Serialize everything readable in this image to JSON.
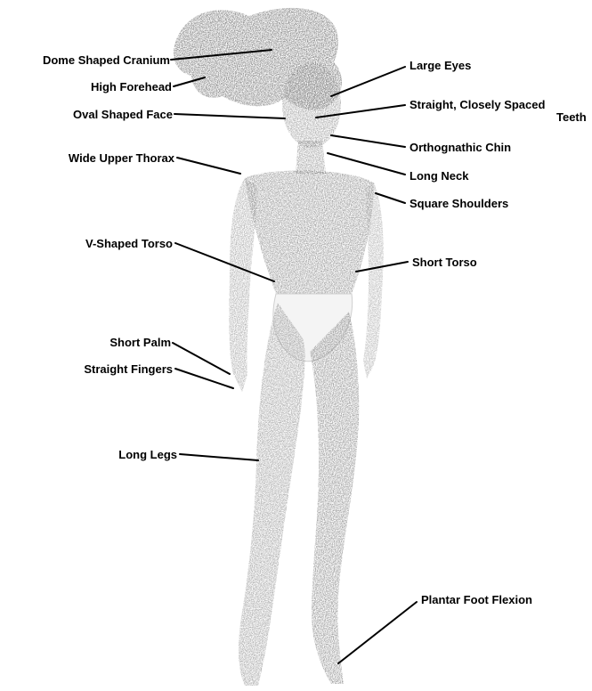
{
  "colors": {
    "ink": "#000000",
    "figure_light": "#d6d6d6",
    "figure_mid": "#a9a9a9",
    "figure_dark": "#6f6f6f",
    "hair": "#4a4a4a",
    "background": "#ffffff"
  },
  "labels": {
    "dome_shaped_cranium": "Dome Shaped Cranium",
    "high_forehead": "High Forehead",
    "oval_shaped_face": "Oval Shaped Face",
    "wide_upper_thorax": "Wide Upper Thorax",
    "v_shaped_torso": "V-Shaped Torso",
    "short_palm": "Short Palm",
    "straight_fingers": "Straight Fingers",
    "long_legs": "Long Legs",
    "large_eyes": "Large Eyes",
    "straight_teeth_line1": "Straight, Closely Spaced",
    "straight_teeth_line2": "Teeth",
    "orthognathic_chin": "Orthognathic Chin",
    "long_neck": "Long Neck",
    "square_shoulders": "Square Shoulders",
    "short_torso": "Short Torso",
    "plantar_foot_flexion": "Plantar Foot Flexion"
  }
}
